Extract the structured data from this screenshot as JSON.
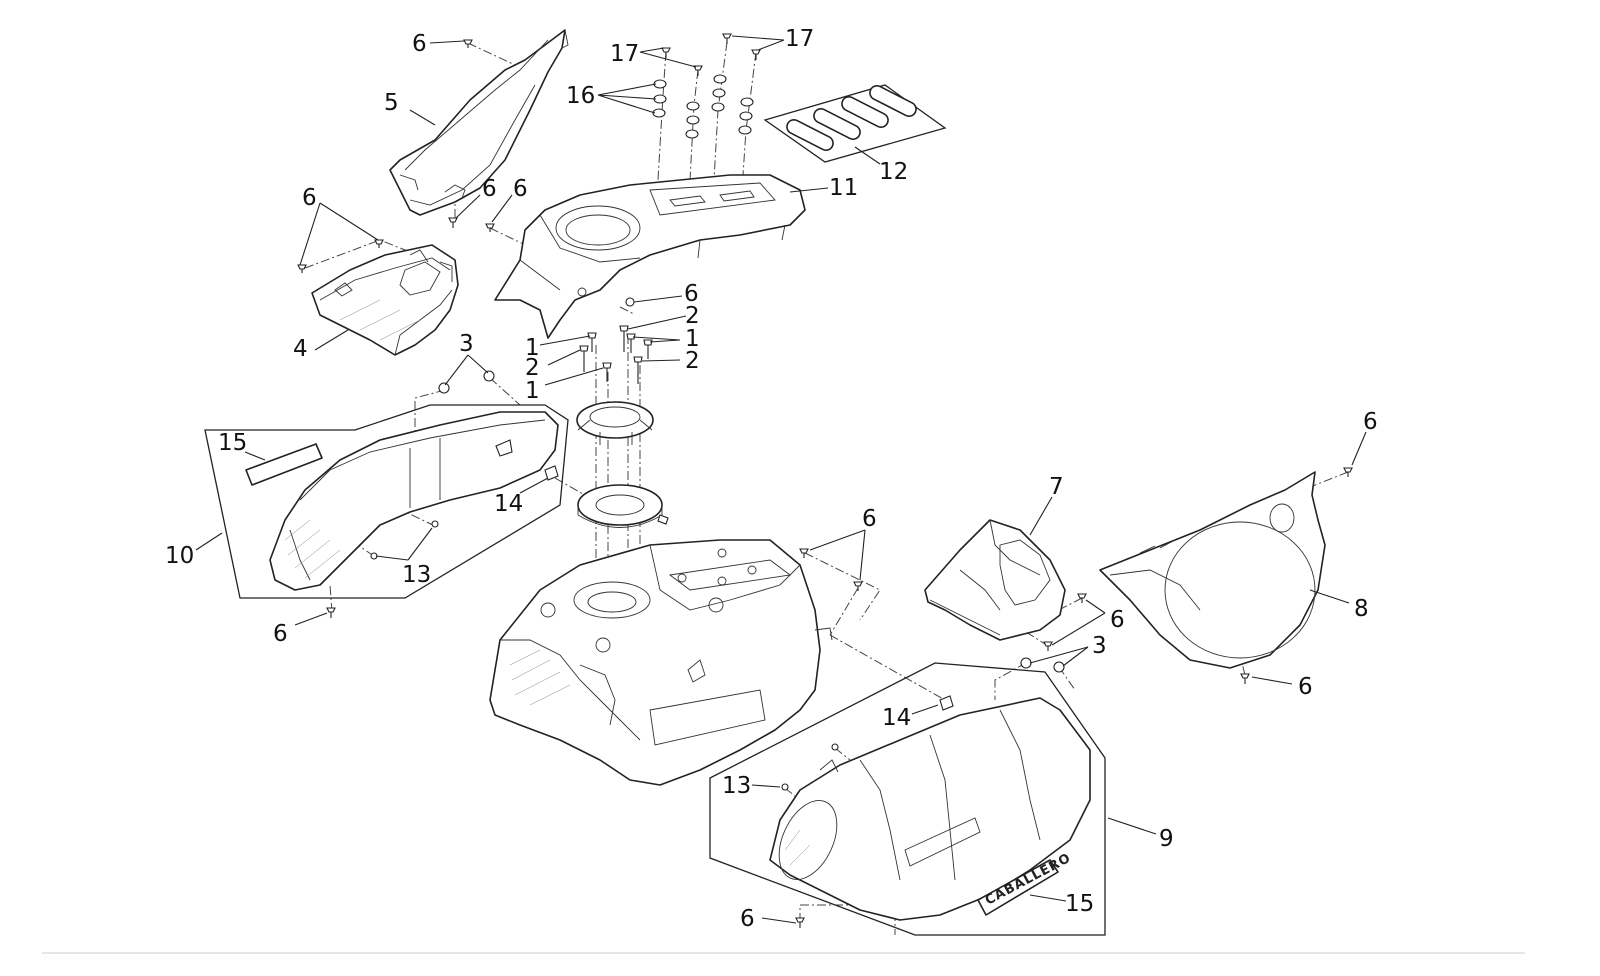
{
  "diagram": {
    "part_labels": [
      "1",
      "2",
      "3",
      "4",
      "5",
      "6",
      "7",
      "8",
      "9",
      "10",
      "11",
      "12",
      "13",
      "14",
      "15",
      "16",
      "17"
    ],
    "emblem_text": "CABALLERO"
  }
}
